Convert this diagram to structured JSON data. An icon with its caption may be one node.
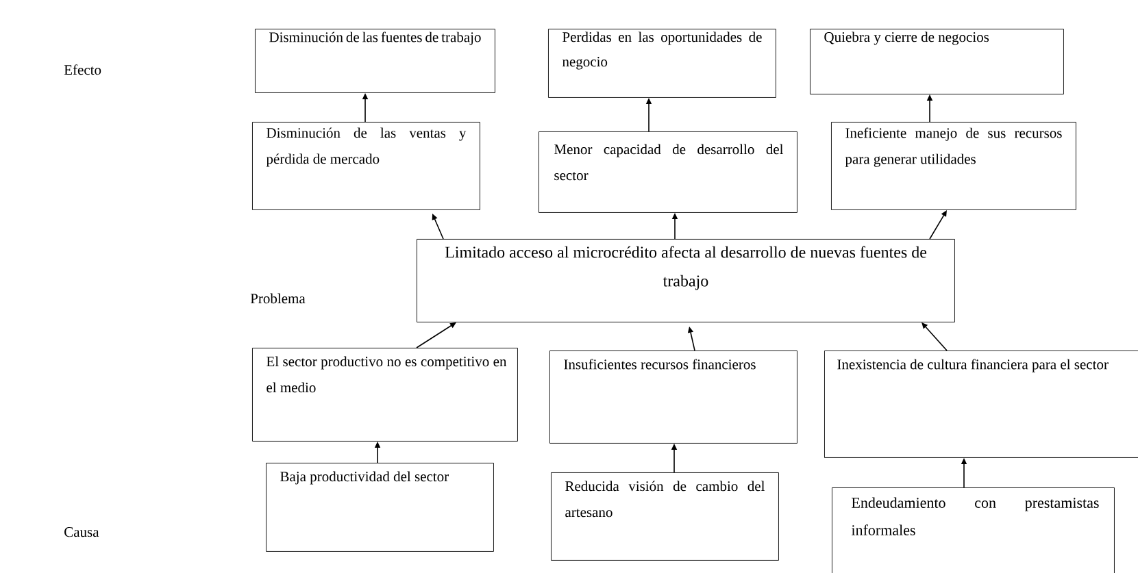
{
  "diagram": {
    "nodes": [
      {
        "text": [
          "Disminución de las fuentes de trabajo"
        ]
      },
      {
        "text": [
          "Perdidas en las oportunidades de negocio"
        ]
      },
      {
        "text": [
          "Quiebra y cierre de negocios"
        ]
      },
      {
        "text": [
          "Disminución de las ventas y pérdida de mercado"
        ]
      },
      {
        "text": [
          "Menor capacidad de desarrollo del sector"
        ]
      },
      {
        "text": [
          "Ineficiente manejo de sus recursos para generar utilidades"
        ]
      },
      {
        "text": [
          "Limitado acceso al microcrédito afecta al desarrollo de nuevas fuentes de trabajo"
        ]
      },
      {
        "text": [
          "El sector productivo no es competitivo en el medio"
        ]
      },
      {
        "text": [
          "Insuficientes recursos financieros"
        ]
      },
      {
        "text": [
          "Inexistencia de cultura financiera para el sector"
        ]
      },
      {
        "text": [
          "Baja productividad del sector"
        ]
      },
      {
        "text": [
          "Reducida visión de cambio del artesano"
        ]
      },
      {
        "text": [
          "Endeudamiento con prestamistas informales"
        ]
      }
    ],
    "edges": [
      {
        "from": 3,
        "to": 0,
        "arrow": "to"
      },
      {
        "from": 4,
        "to": 1,
        "arrow": "to"
      },
      {
        "from": 5,
        "to": 2,
        "arrow": "to"
      },
      {
        "from": 6,
        "to": 3,
        "arrow": "to"
      },
      {
        "from": 6,
        "to": 4,
        "arrow": "to"
      },
      {
        "from": 6,
        "to": 5,
        "arrow": "to"
      },
      {
        "from": 7,
        "to": 6,
        "arrow": "to"
      },
      {
        "from": 8,
        "to": 6,
        "arrow": "to"
      },
      {
        "from": 9,
        "to": 6,
        "arrow": "to"
      },
      {
        "from": 10,
        "to": 7,
        "arrow": "to"
      },
      {
        "from": 11,
        "to": 8,
        "arrow": "to"
      },
      {
        "from": 12,
        "to": 9,
        "arrow": "to"
      }
    ],
    "labels": [
      "Efecto",
      "Problema",
      "Causa"
    ]
  }
}
